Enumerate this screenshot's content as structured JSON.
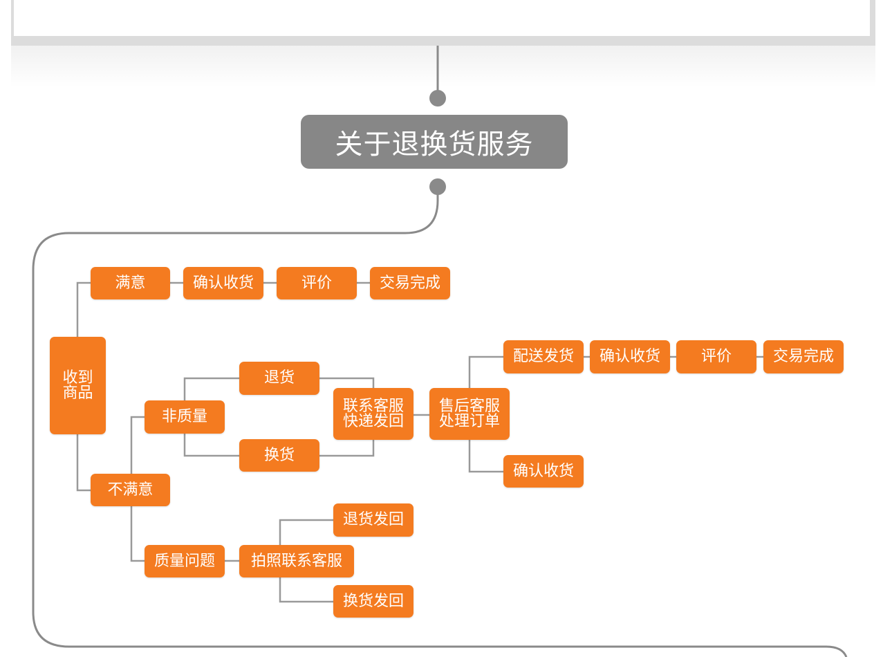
{
  "title": "关于退换货服务",
  "colors": {
    "node": "#f47b20",
    "line": "#8a8a8a",
    "title_bg": "#878787"
  },
  "nodes": {
    "received": [
      "收到",
      "商品"
    ],
    "satisfied": "满意",
    "confirm_top": "确认收货",
    "review_top": "评价",
    "done_top": "交易完成",
    "unsatisfied": "不满意",
    "non_quality": "非质量",
    "return": "退货",
    "exchange": "换货",
    "contact_ship": [
      "联系客服",
      "快递发回"
    ],
    "aftersale": [
      "售后客服",
      "处理订单"
    ],
    "deliver": "配送发货",
    "confirm_right": "确认收货",
    "review_right": "评价",
    "done_right": "交易完成",
    "confirm_lower": "确认收货",
    "quality_issue": "质量问题",
    "photo_contact": "拍照联系客服",
    "return_ship": "退货发回",
    "exchange_ship": "换货发回"
  }
}
